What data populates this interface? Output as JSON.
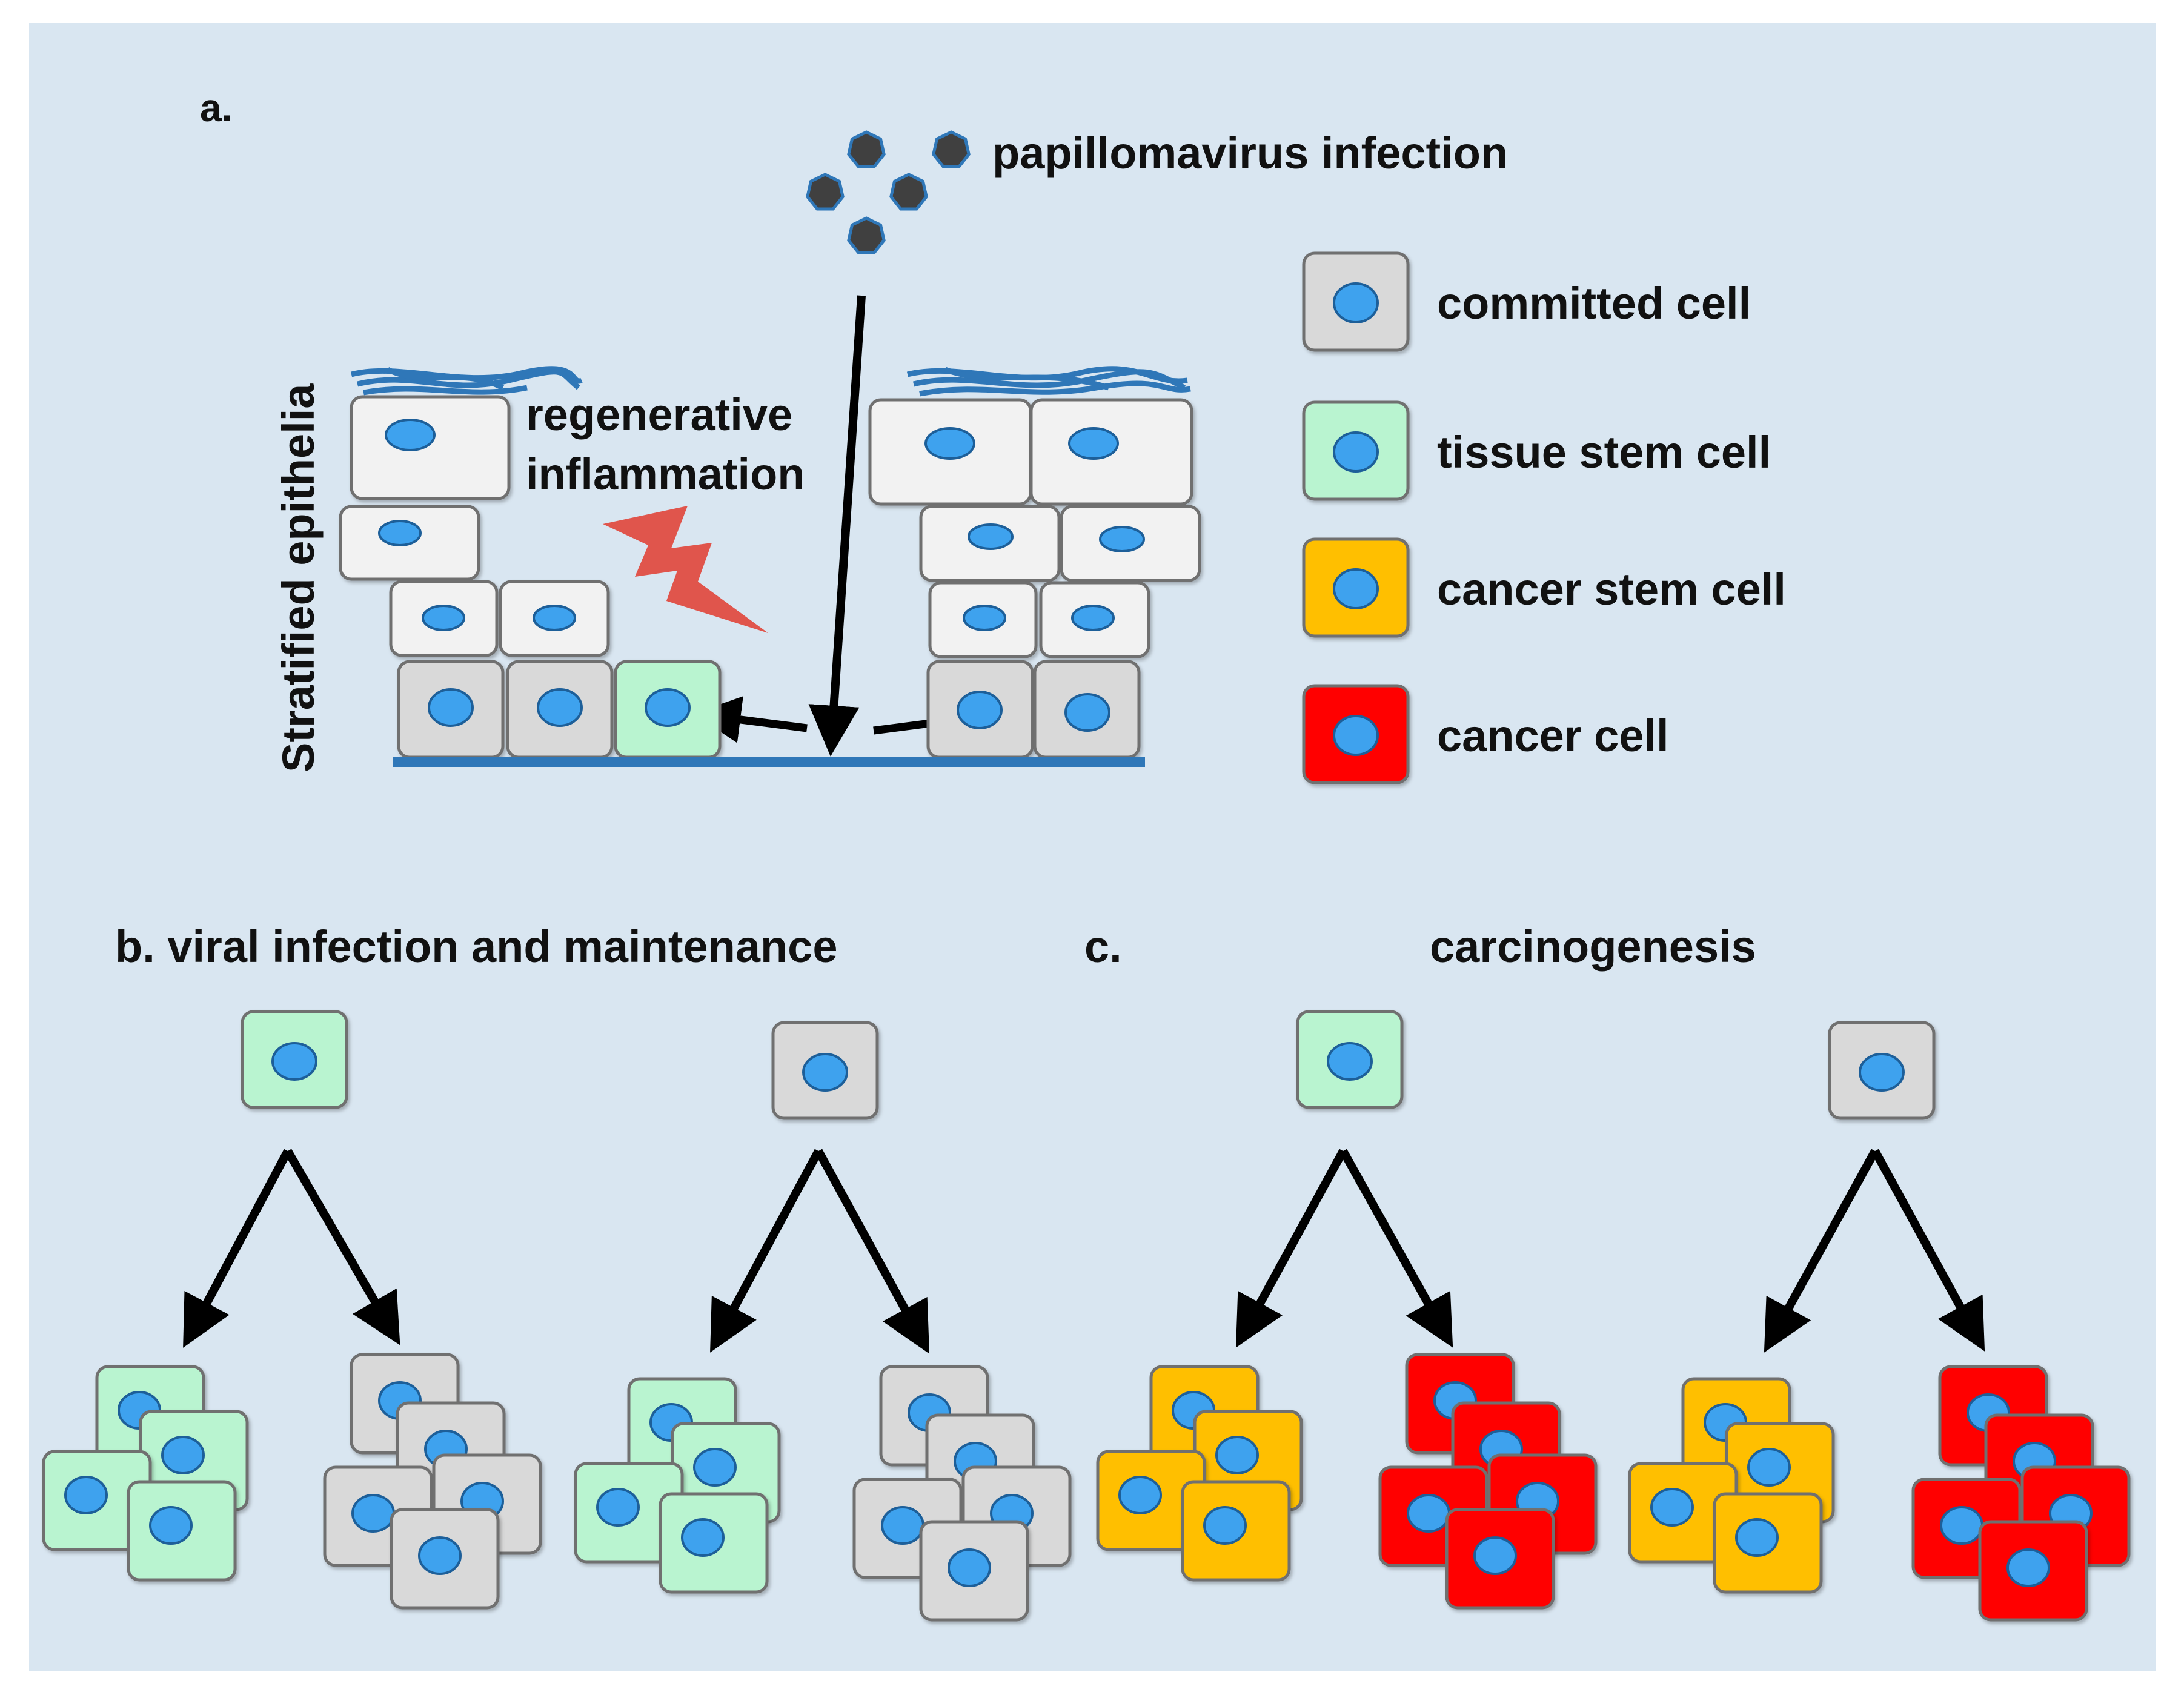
{
  "colors": {
    "panel_bg": "#d9e6f1",
    "committed_cell": "#d9d9d9",
    "tissue_stem_cell": "#b9f4d0",
    "cancer_stem_cell": "#ffbf00",
    "cancer_cell": "#ff0000",
    "upper_layer_cell": "#f2f2f2",
    "nucleus": "#3ea2ee",
    "basement_membrane": "#2f77b8",
    "virus": "#404040",
    "inflammation_bolt": "#e0554c",
    "arrow": "#000000"
  },
  "panel_a": {
    "label": "a.",
    "virus_label": "papillomavirus infection",
    "inflammation_label_line1": "regenerative",
    "inflammation_label_line2": "inflammation",
    "tissue_label": "Stratified epithelia"
  },
  "legend": {
    "items": [
      {
        "label": "committed cell",
        "color": "#d9d9d9"
      },
      {
        "label": "tissue stem cell",
        "color": "#b9f4d0"
      },
      {
        "label": "cancer stem cell",
        "color": "#ffbf00"
      },
      {
        "label": "cancer cell",
        "color": "#ff0000"
      }
    ]
  },
  "panel_b": {
    "title": "b. viral infection and maintenance"
  },
  "panel_c": {
    "label": "c.",
    "title": "carcinogenesis"
  },
  "lineages": [
    {
      "panel": "b",
      "parent": "tissue stem cell",
      "left_progeny": "tissue stem cell",
      "right_progeny": "committed cell"
    },
    {
      "panel": "b",
      "parent": "committed cell",
      "left_progeny": "tissue stem cell",
      "right_progeny": "committed cell"
    },
    {
      "panel": "c",
      "parent": "tissue stem cell",
      "left_progeny": "cancer stem cell",
      "right_progeny": "cancer cell"
    },
    {
      "panel": "c",
      "parent": "committed cell",
      "left_progeny": "cancer stem cell",
      "right_progeny": "cancer cell"
    }
  ]
}
